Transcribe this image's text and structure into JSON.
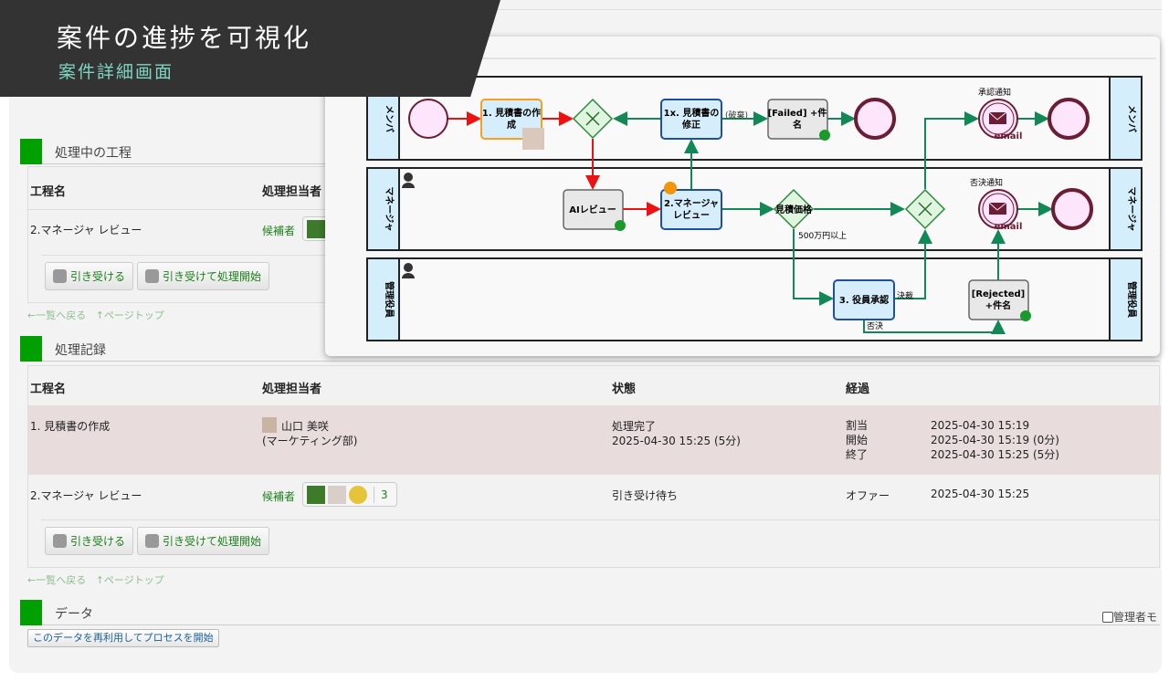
{
  "banner": {
    "title": "案件の進捗を可視化",
    "subtitle": "案件詳細画面"
  },
  "in_progress": {
    "heading": "処理中の工程",
    "col_name": "工程名",
    "col_assignee": "処理担当者",
    "row_name": "2.マネージャ レビュー",
    "candidate_label": "候補者",
    "btn_accept": "引き受ける",
    "btn_accept_start": "引き受けて処理開始",
    "link_back": "←一覧へ戻る",
    "link_top": "↑ページトップ"
  },
  "records": {
    "heading": "処理記録",
    "cols": [
      "工程名",
      "処理担当者",
      "状態",
      "経過"
    ],
    "rows": [
      {
        "name": "1. 見積書の作成",
        "assignee": "山口 美咲",
        "dept": "(マーケティング部)",
        "status": "処理完了",
        "status_time": "2025-04-30 15:25 (5分)",
        "progress": [
          {
            "k": "割当",
            "v": "2025-04-30 15:19"
          },
          {
            "k": "開始",
            "v": "2025-04-30 15:19 (0分)"
          },
          {
            "k": "終了",
            "v": "2025-04-30 15:25 (5分)"
          }
        ]
      },
      {
        "name": "2.マネージャ レビュー",
        "candidate_label": "候補者",
        "candidate_count": "3",
        "status": "引き受け待ち",
        "progress": [
          {
            "k": "オファー",
            "v": "2025-04-30 15:25"
          }
        ]
      }
    ],
    "btn_accept": "引き受ける",
    "btn_accept_start": "引き受けて処理開始",
    "link_back": "←一覧へ戻る",
    "link_top": "↑ページトップ"
  },
  "data_section": {
    "heading": "データ",
    "reuse_button": "このデータを再利用してプロセスを開始",
    "admin_mode": "管理者モ"
  },
  "diagram": {
    "lanes": [
      "メンバ",
      "マネージャ",
      "管理役員"
    ],
    "tasks": {
      "t1": [
        "1. 見積書の作",
        "成"
      ],
      "t1x": [
        "1x. 見積書の",
        "修正"
      ],
      "failed": [
        "[Failed] +件",
        "名"
      ],
      "ai": "AIレビュー",
      "t2": [
        "2.マネージャ",
        "レビュー"
      ],
      "t3": "3. 役員承認",
      "rejected": [
        "[Rejected]",
        "+件名"
      ]
    },
    "labels": {
      "discard": "(破棄)",
      "approve_notice": "承認通知",
      "reject_notice": "否決通知",
      "email": "email",
      "price_gw": "見積価格",
      "over5m": "500万円以上",
      "decide": "決裁",
      "reject": "否決"
    },
    "colors": {
      "active_flow": "#ee1111",
      "flow": "#118855",
      "task_fill": "#d6eefb",
      "event_fill": "#fde6fb",
      "event_stroke": "#6b1d33"
    }
  }
}
